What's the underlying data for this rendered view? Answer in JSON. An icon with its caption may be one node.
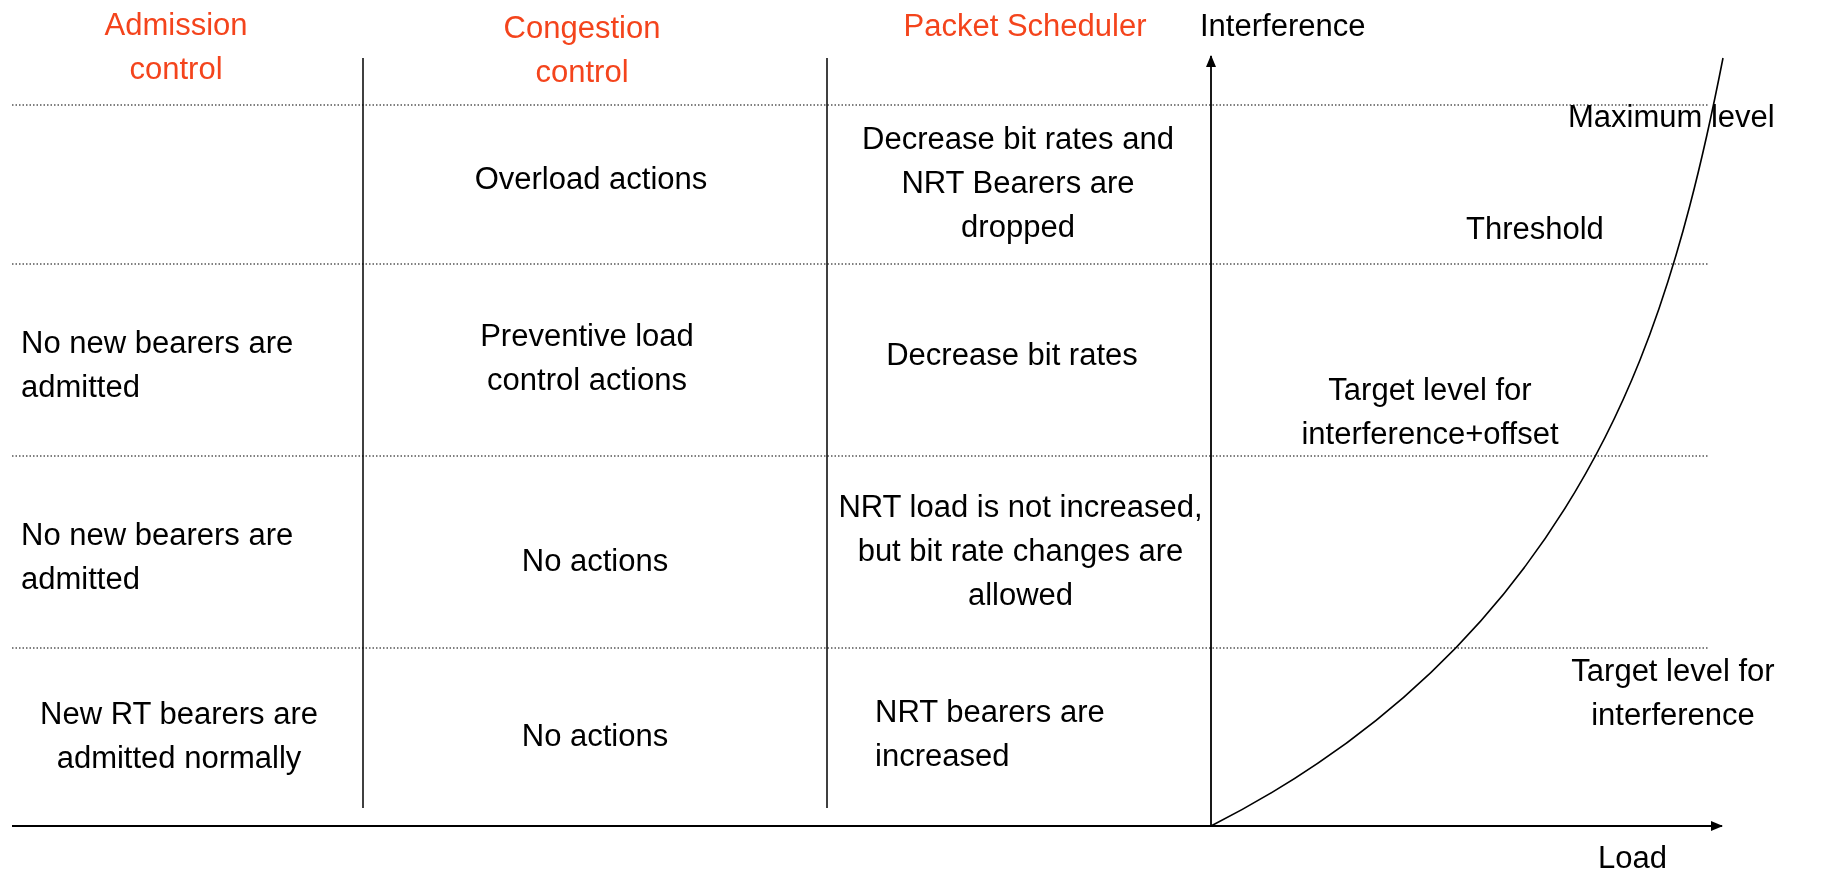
{
  "diagram": {
    "labels": [
      "Admission control",
      "Congestion control",
      "Packet Scheduler",
      "Interference",
      "Maximum level",
      "Overload actions",
      "Decrease bit rates and NRT Bearers are dropped",
      "Threshold",
      "No new bearers are admitted",
      "Preventive load control actions",
      "Decrease bit rates",
      "Target level for interference+offset",
      "No new bearers are admitted",
      "No actions",
      "NRT load is not increased, but bit rate changes are allowed",
      "New RT bearers are admitted normally",
      "No actions",
      "NRT bearers are increased",
      "Target level for interference",
      "Load"
    ]
  }
}
